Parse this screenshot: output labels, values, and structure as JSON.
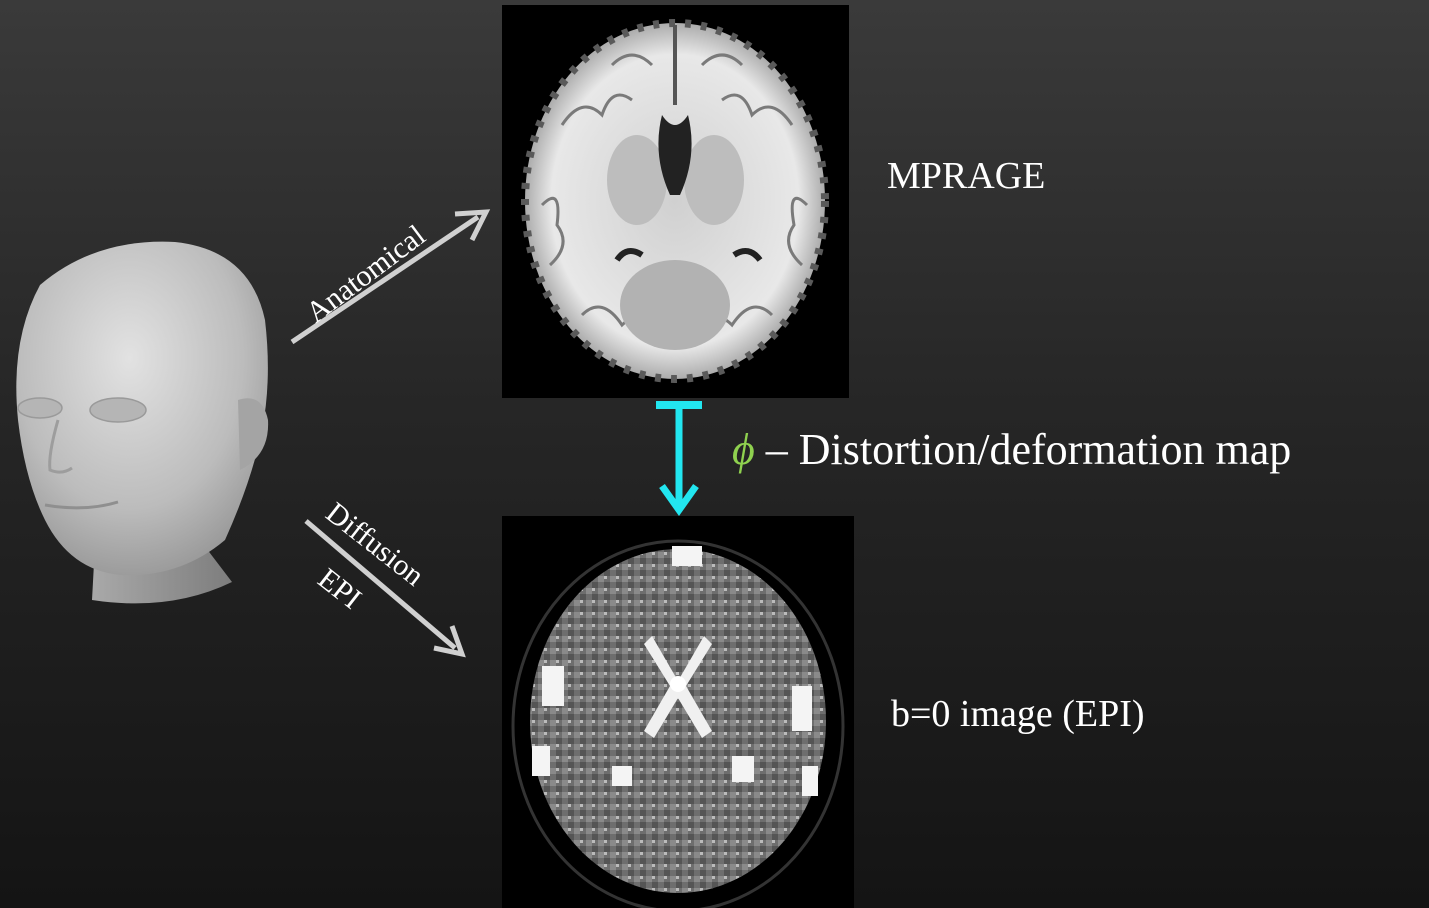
{
  "labels": {
    "mprage": "MPRAGE",
    "epi_image": "b=0  image (EPI)",
    "phi_symbol": "ϕ",
    "phi_text": " – Distortion/deformation map"
  },
  "arrows": {
    "anatomical": "Anatomical",
    "diffusion": "Diffusion",
    "epi": "EPI"
  },
  "colors": {
    "background_top": "#3a3a3a",
    "background_bottom": "#141414",
    "arrow_gray": "#d0d0d0",
    "deformation_arrow": "#22e6f0",
    "phi_color": "#8fd14f",
    "text": "#ffffff"
  },
  "icons": {
    "head": "3d-head-model-icon",
    "mprage_scan": "brain-mri-axial-slice",
    "epi_scan": "brain-epi-axial-slice"
  }
}
